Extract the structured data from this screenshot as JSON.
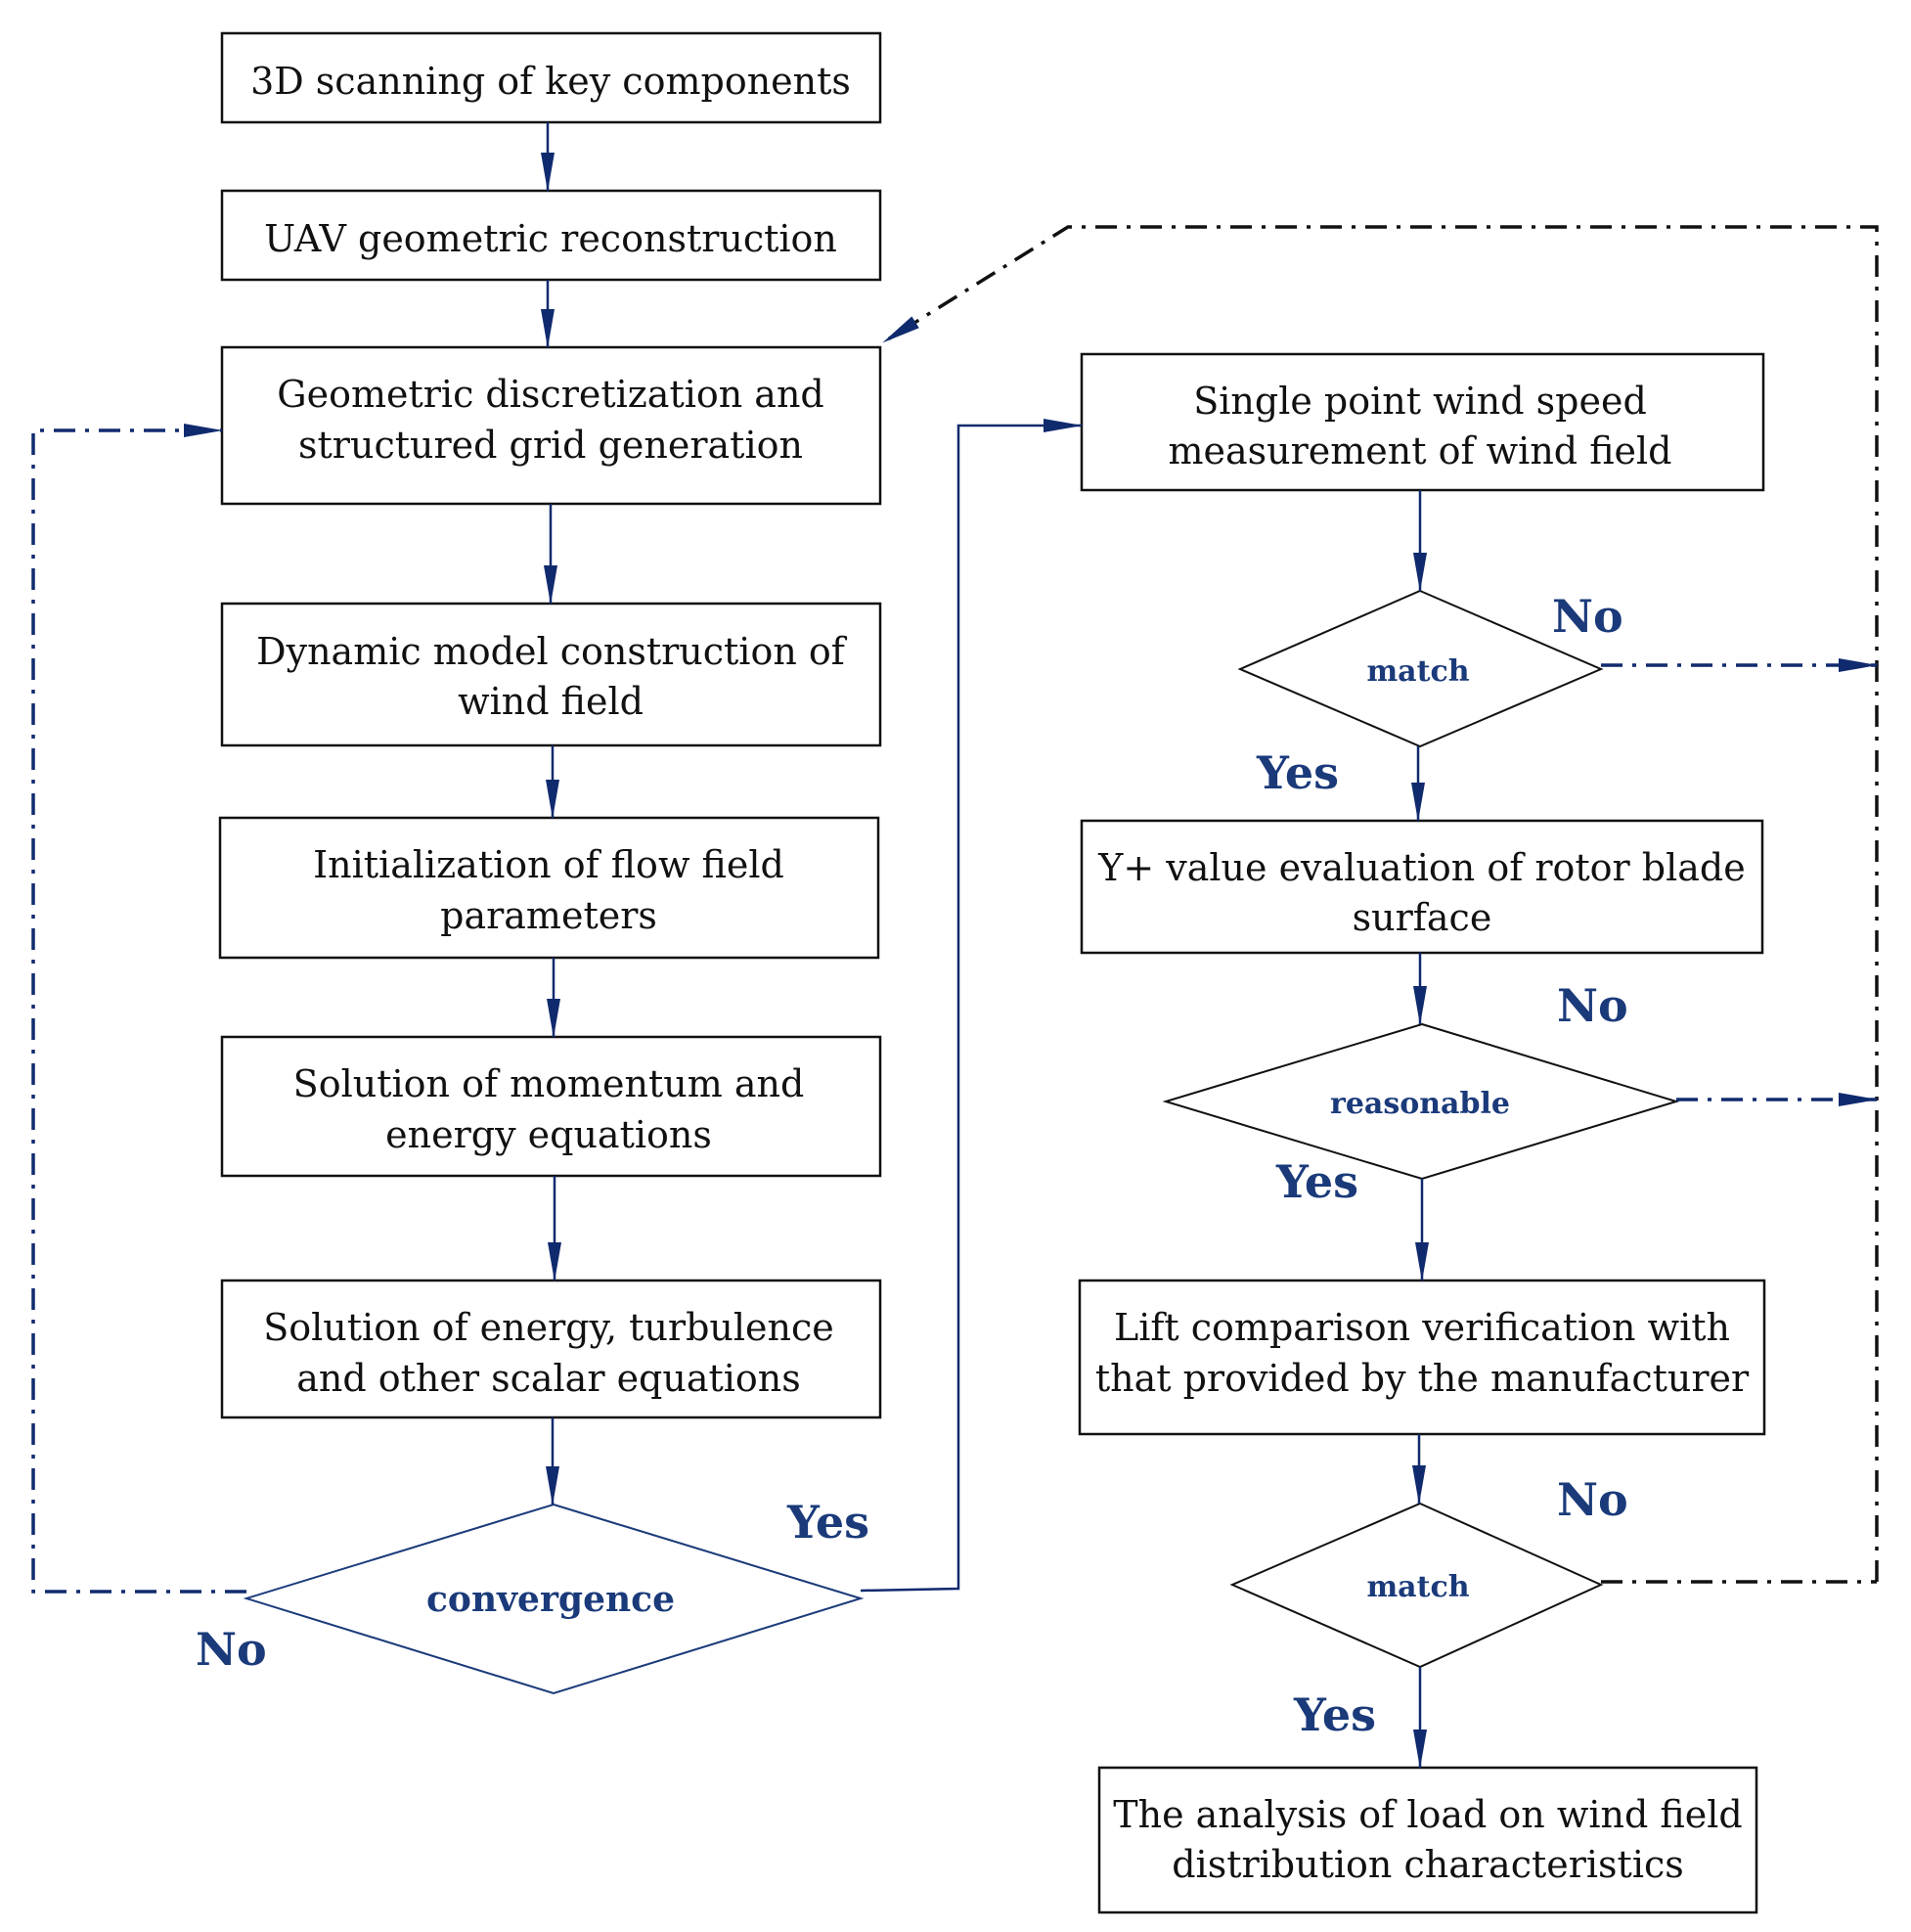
{
  "colors": {
    "box_stroke": "#111111",
    "flow": "#102a6e",
    "label": "#1a3a7a",
    "feedback": "#111111"
  },
  "boxes": {
    "scan": {
      "lines": [
        "3D scanning of key components"
      ]
    },
    "recon": {
      "lines": [
        "UAV geometric reconstruction"
      ]
    },
    "grid": {
      "lines": [
        "Geometric discretization and",
        "structured grid generation"
      ]
    },
    "dyn": {
      "lines": [
        "Dynamic model construction of",
        "wind field"
      ]
    },
    "init": {
      "lines": [
        "Initialization of flow field",
        "parameters"
      ]
    },
    "mom": {
      "lines": [
        "Solution of momentum and",
        "energy equations"
      ]
    },
    "energy": {
      "lines": [
        "Solution of energy, turbulence",
        "and other scalar equations"
      ]
    },
    "single": {
      "lines": [
        "Single point wind speed",
        "measurement of wind field"
      ]
    },
    "yplus": {
      "lines": [
        "Y+ value evaluation of rotor blade",
        "surface"
      ]
    },
    "lift": {
      "lines": [
        "Lift comparison verification with",
        "that provided by the manufacturer"
      ]
    },
    "analysis": {
      "lines": [
        "The analysis of load on wind field",
        "distribution characteristics"
      ]
    }
  },
  "decisions": {
    "convergence": {
      "label": "convergence"
    },
    "match1": {
      "label": "match"
    },
    "reasonable": {
      "label": "reasonable"
    },
    "match2": {
      "label": "match"
    }
  },
  "labels": {
    "conv_yes": "Yes",
    "conv_no": "No",
    "m1_no": "No",
    "m1_yes": "Yes",
    "r_no": "No",
    "r_yes": "Yes",
    "m2_no": "No",
    "m2_yes": "Yes"
  }
}
